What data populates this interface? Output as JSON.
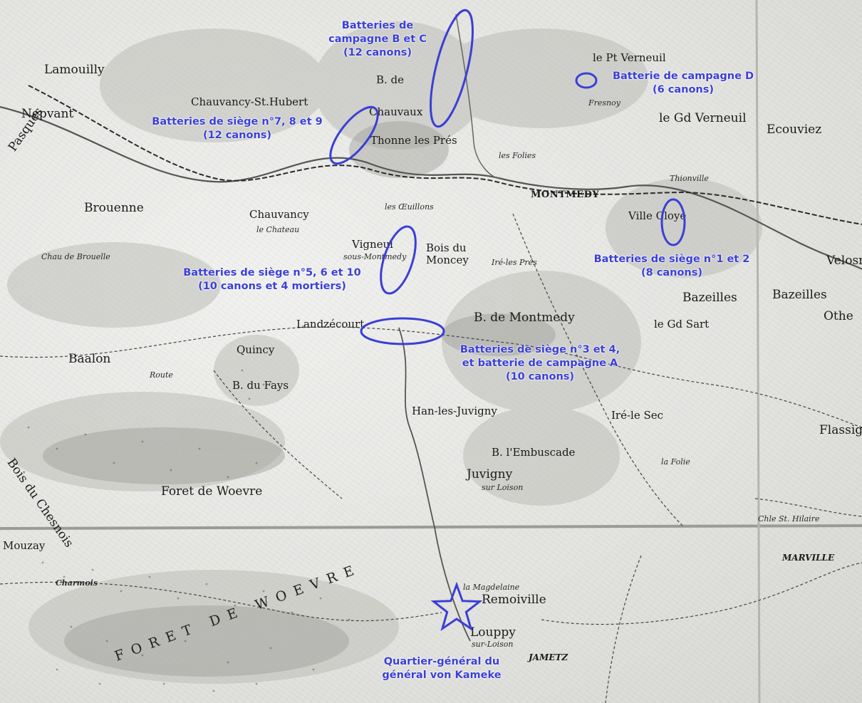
{
  "colors": {
    "annotation": "#3a3fd6",
    "paper": "#e6e6e3",
    "ink": "#1b1b1b"
  },
  "annotations": {
    "batteries_b_c": [
      "Batteries de",
      "campagne B et C",
      "(12 canons)"
    ],
    "batterie_d": [
      "Batterie de campagne D",
      "(6 canons)"
    ],
    "batteries_7_8_9": [
      "Batteries de siège n°7, 8 et 9",
      "(12 canons)"
    ],
    "batteries_1_2": [
      "Batteries de siège n°1 et 2",
      "(8 canons)"
    ],
    "batteries_5_6_10": [
      "Batteries de siège n°5, 6 et 10",
      "(10 canons et 4 mortiers)"
    ],
    "batteries_3_4": [
      "Batteries de siège n°3 et 4,",
      "et batterie de campagne A",
      "(10 canons)"
    ],
    "quartier_general": [
      "Quartier-général du",
      "général von Kameke"
    ]
  },
  "star_icon": "star-icon",
  "places": {
    "lamouilly": "Lamouilly",
    "nepvant": "Nepvant",
    "pasques": "Pasques",
    "brouenne": "Brouenne",
    "chauvancy_st_hubert": "Chauvancy-St.Hubert",
    "chauvancy_chateau": "Chauvancy",
    "chateau": "le Chateau",
    "thonne_les_pres": "Thonne les Prés",
    "les_folies": "les Folies",
    "montmedy": "MONTMEDY",
    "p_verneuil": "le Pt Verneuil",
    "g_verneuil": "le Gd Verneuil",
    "fresnoy": "Fresnoy",
    "ecouviez": "Ecouviez",
    "thionville": "Thionville",
    "ville_cloye": "Ville Cloye",
    "velosnes": "Velosn",
    "vigneul": "Vigneul",
    "sous_montmedy": "sous-Montmedy",
    "bois_du_moncey": "Bois du Moncey",
    "ire_les_pres": "Iré-les Prés",
    "bazeilles": "Bazeilles",
    "bazeilles_2": "Bazeilles",
    "othe": "Othe",
    "le_gd_sart": "le Gd Sart",
    "b_de_montmedy": "B. de Montmedy",
    "landzecourt": "Landzécourt",
    "quincy": "Quincy",
    "baalon": "Baalon",
    "b_du_fays": "B. du Fays",
    "han_les_juvigny": "Han-les-Juvigny",
    "b_l_embuscade": "B. l'Embuscade",
    "juvigny": "Juvigny",
    "sur_loison": "sur Loison",
    "ire_le_sec": "Iré-le Sec",
    "flassig": "Flassig",
    "bois_du_chesnois": "Bois du Chesnois",
    "foret_de_woevre": "Foret de Woevre",
    "mouzay": "Mouzay",
    "charmois": "Charmois",
    "remoiville": "Remoiville",
    "louppy": "Louppy",
    "sur_loison_2": "sur-Loison",
    "jametz": "JAMETZ",
    "marville": "MARVILLE",
    "foret_de_woevre_2": "FORET DE WOEVRE",
    "ch_st_hilaire": "Chle St. Hilaire",
    "la_folie": "la Folie",
    "b_de": "B. de",
    "b_de_2": "Chauvaux",
    "ch_de_brouelle": "Chau de Brouelle",
    "route": "Route",
    "les_oeuillons": "les Œuillons",
    "la_magdelaine": "la Magdelaine"
  }
}
